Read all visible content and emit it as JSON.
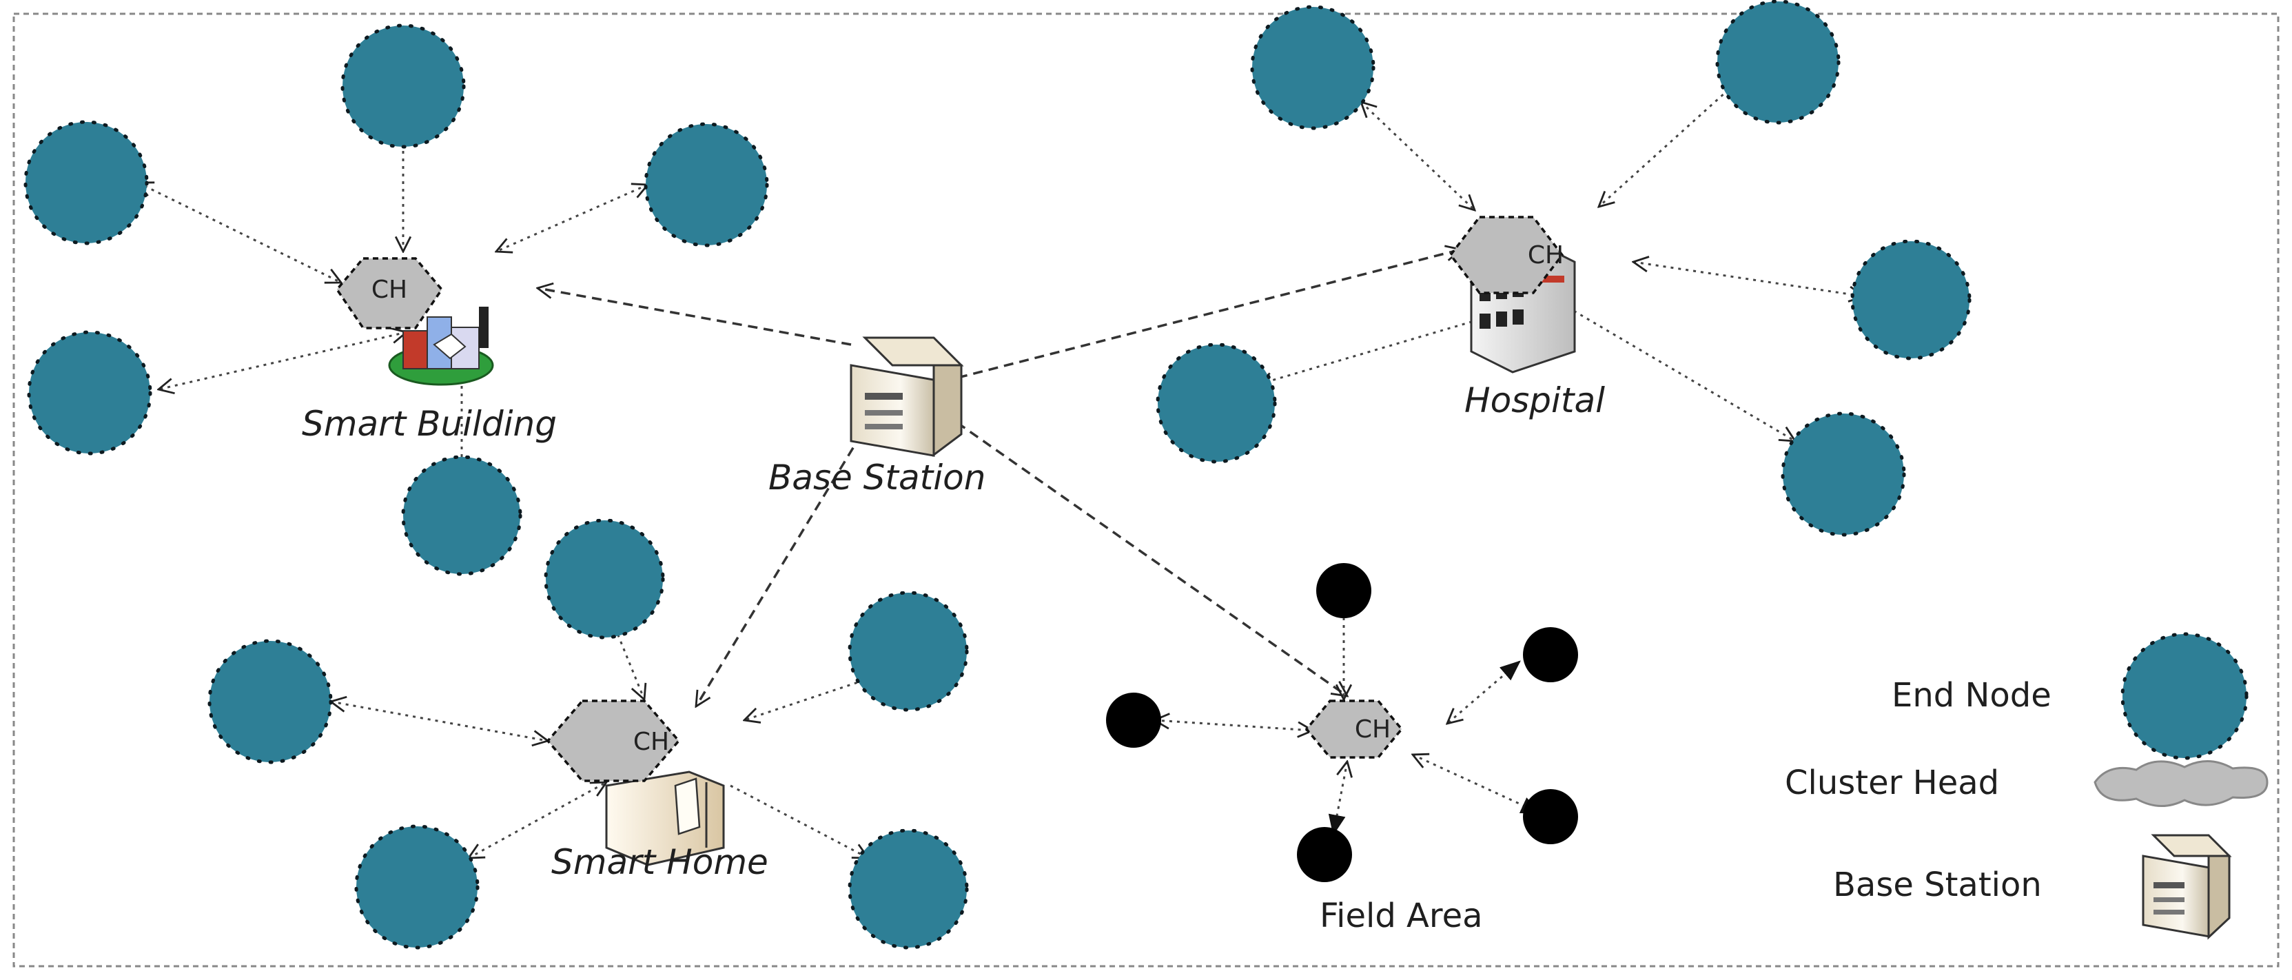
{
  "labels": {
    "smart_building": "Smart Building",
    "base_station": "Base Station",
    "hospital": "Hospital",
    "smart_home": "Smart Home",
    "field_area": "Field Area"
  },
  "cluster_head_text": "CH",
  "legend": {
    "end_node": "End Node",
    "cluster_head": "Cluster Head",
    "base_station": "Base Station"
  },
  "colors": {
    "end_node": "#2e7f96",
    "end_node_dots": "#0d1a20",
    "cluster_head": "#bdbdbd",
    "sensor": "#000000",
    "link": "#333333"
  },
  "icons": {
    "base_station": "server-tower-icon",
    "smart_building": "city-buildings-icon",
    "hospital": "hospital-building-icon",
    "smart_home": "house-icon"
  }
}
